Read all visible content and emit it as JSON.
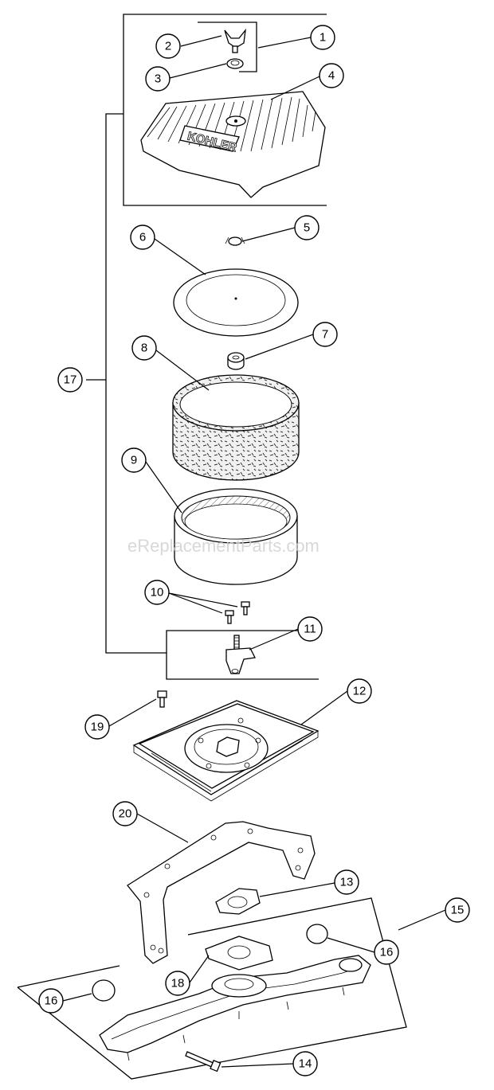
{
  "brand_mark": "KOHLER",
  "watermark": "eReplacementParts.com",
  "callouts": [
    "1",
    "2",
    "3",
    "4",
    "5",
    "6",
    "7",
    "8",
    "9",
    "10",
    "11",
    "12",
    "13",
    "14",
    "15",
    "16",
    "16",
    "17",
    "18",
    "19",
    "20"
  ]
}
